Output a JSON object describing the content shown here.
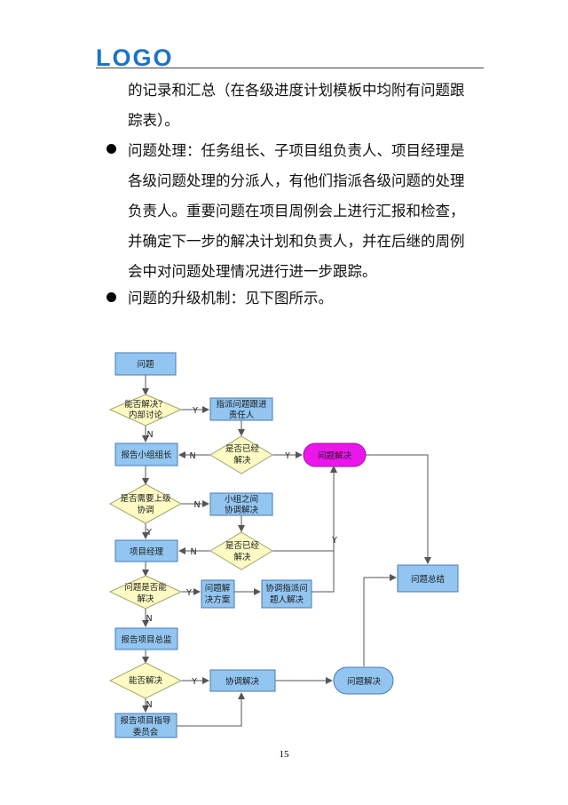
{
  "header": {
    "logo_text": "LOGO"
  },
  "body_text": {
    "lines": [
      "的记录和汇总（在各级进度计划模板中均附有问题跟",
      "踪表）。",
      "问题处理：任务组长、子项目组负责人、项目经理是",
      "各级问题处理的分派人，有他们指派各级问题的处理",
      "负责人。重要问题在项目周例会上进行汇报和检查，",
      "并确定下一步的解决计划和负责人，并在后继的周例",
      "会中对问题处理情况进行进一步跟踪。",
      "问题的升级机制：见下图所示。"
    ]
  },
  "flowchart": {
    "colors": {
      "box_fill": "#92c5f0",
      "box_stroke": "#4a7ab0",
      "diamond_fill": "#fdfbc3",
      "diamond_stroke": "#a5a36a",
      "terminal_pink": "#ec16ec",
      "line": "#555555"
    },
    "nodes": {
      "issue": "问题",
      "can_solve_1": "能否解决？",
      "can_solve_1b": "内部讨论",
      "assign_owner_1": "指派问题跟进",
      "assign_owner_1b": "责任人",
      "report_leader": "报告小组组长",
      "is_solved_1": "是否已经",
      "is_solved_1b": "解决",
      "issue_resolved_pink": "问题解决",
      "need_escalate": "是否需要上级",
      "need_escalate_b": "协调",
      "team_coord": "小组之间",
      "team_coord_b": "协调解决",
      "is_solved_2": "是否已经",
      "is_solved_2b": "解决",
      "project_manager": "项目经理",
      "can_solve_2": "问题是否能",
      "can_solve_2b": "解决",
      "solution_plan": "问题解",
      "solution_plan_b": "决方案",
      "coord_assign": "协调指派问",
      "coord_assign_b": "题人解决",
      "issue_summary": "问题总结",
      "report_director": "报告项目总监",
      "can_solve_3": "能否解决",
      "coord_solve": "协调解决",
      "issue_resolved_blue": "问题解决",
      "report_committee": "报告项目指导",
      "report_committee_b": "委员会"
    },
    "labels": {
      "yes": "Y",
      "no": "N"
    }
  },
  "footer": {
    "page_number": "15"
  }
}
